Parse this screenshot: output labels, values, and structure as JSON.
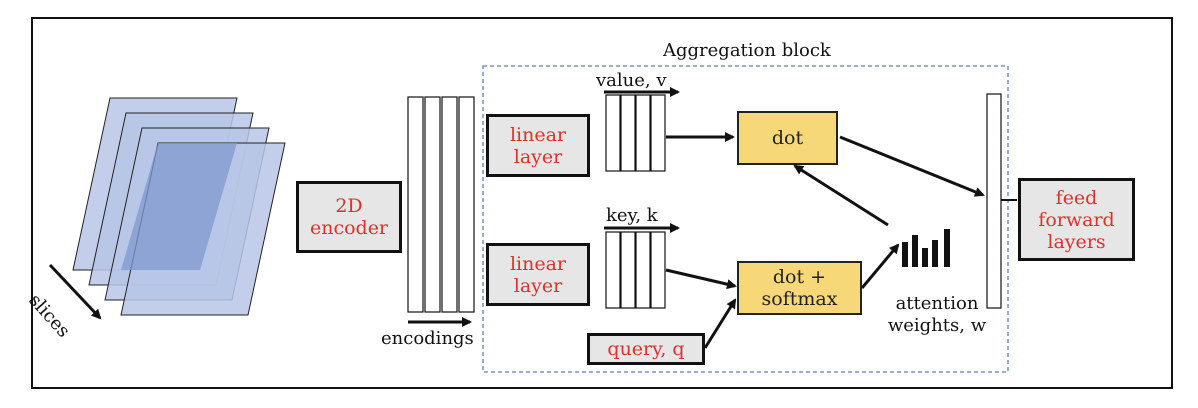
{
  "diagram": {
    "aggregation_title": "Aggregation block",
    "slices_label": "slices",
    "encoder": [
      "2D",
      "encoder"
    ],
    "encodings_label": "encodings",
    "linear_top": [
      "linear",
      "layer"
    ],
    "linear_bottom": [
      "linear",
      "layer"
    ],
    "value_label": "value, v",
    "key_label": "key, k",
    "query_label": "query, q",
    "dot_label": "dot",
    "dot_softmax": [
      "dot +",
      "softmax"
    ],
    "attention": [
      "attention",
      "weights, w"
    ],
    "feed_forward": [
      "feed",
      "forward",
      "layers"
    ]
  },
  "colors": {
    "slice_fill": "#b7c6e6",
    "slice_dark": "#7f98cf",
    "box_gray": "#e6e6e6",
    "box_yellow": "#f7d878",
    "text_red": "#d9332b",
    "dashed_border": "#5b7fb5"
  }
}
